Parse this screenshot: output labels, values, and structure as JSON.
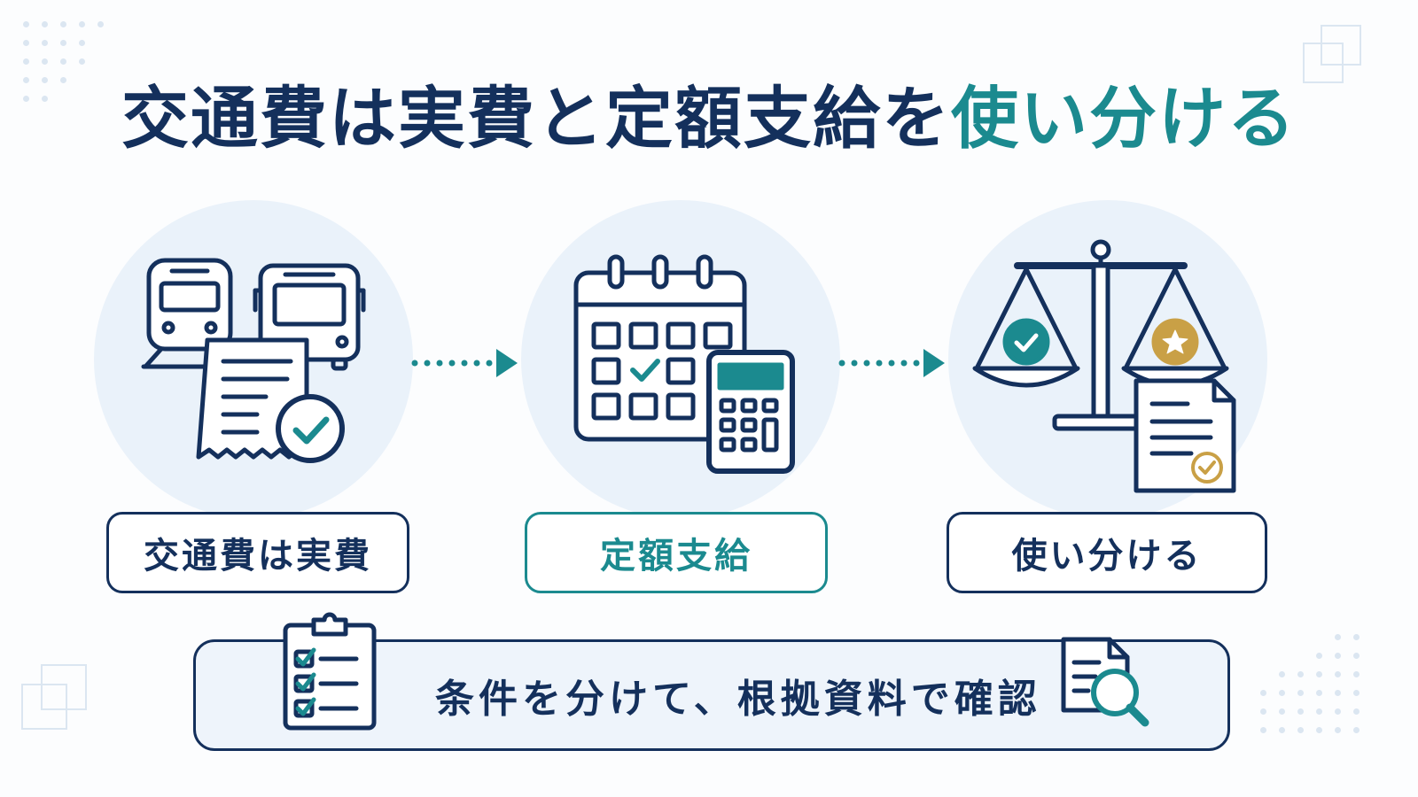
{
  "title": {
    "main": "交通費は実費と定額支給を",
    "accent": "使い分ける"
  },
  "steps": [
    {
      "label": "交通費は実費",
      "icon": "train-bus-receipt-icon"
    },
    {
      "label": "定額支給",
      "icon": "calendar-calculator-icon"
    },
    {
      "label": "使い分ける",
      "icon": "balance-scale-document-icon"
    }
  ],
  "bottom": {
    "text": "条件を分けて、根拠資料で確認",
    "left_icon": "clipboard-checklist-icon",
    "right_icon": "document-search-icon"
  },
  "colors": {
    "navy": "#14305c",
    "teal": "#1b8a8f",
    "gold": "#c9a046",
    "circle_bg": "#eaf2fa"
  }
}
